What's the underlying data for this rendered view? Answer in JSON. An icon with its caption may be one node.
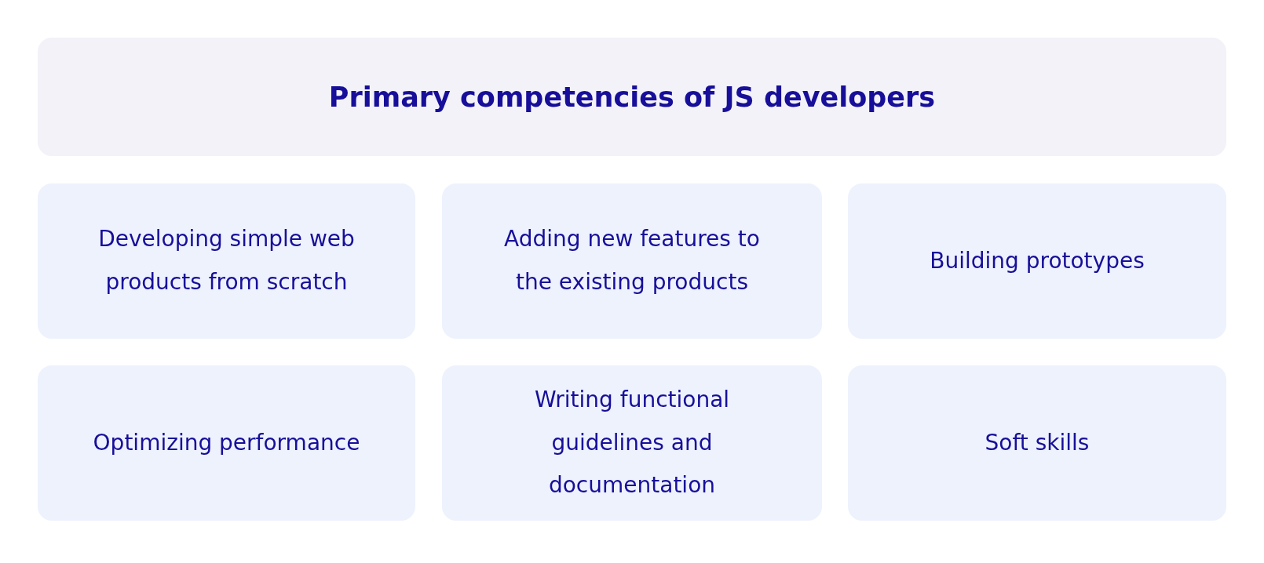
{
  "diagram": {
    "title": "Primary competencies of JS developers",
    "nodes": [
      {
        "text": [
          "Developing simple web products from scratch"
        ]
      },
      {
        "text": [
          "Adding new features to the existing products"
        ]
      },
      {
        "text": [
          "Building prototypes"
        ]
      },
      {
        "text": [
          "Optimizing performance"
        ]
      },
      {
        "text": [
          "Writing functional guidelines and documentation"
        ]
      },
      {
        "text": [
          "Soft skills"
        ]
      }
    ]
  }
}
